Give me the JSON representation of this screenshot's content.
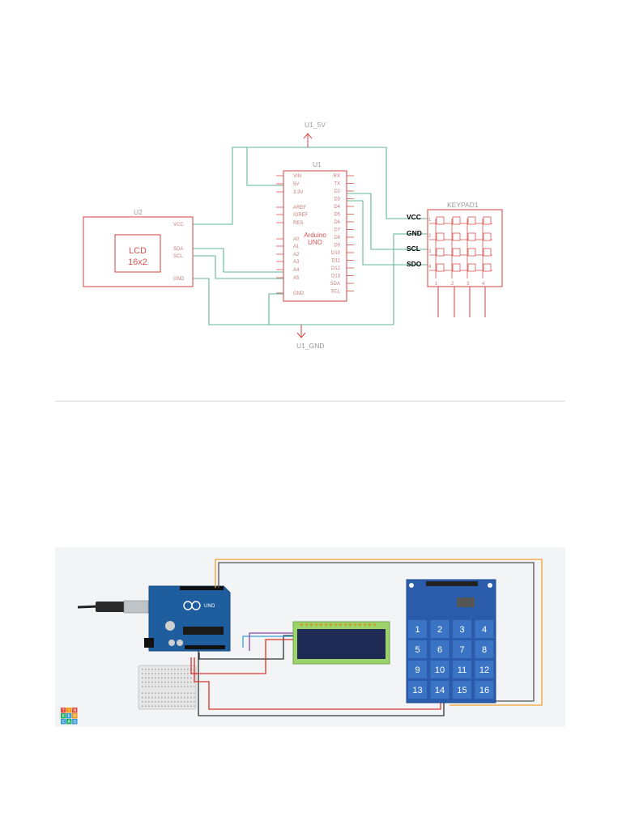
{
  "schematic": {
    "power_label": "U1_5V",
    "ground_label": "U1_GND",
    "arduino": {
      "ref": "U1",
      "name_line1": "Arduino",
      "name_line2": "UNO",
      "left_pins": [
        "VIN",
        "5V",
        "3.3V",
        "AREF",
        "IOREF",
        "RES",
        "A0",
        "A1",
        "A2",
        "A3",
        "A4",
        "A5",
        "GND"
      ],
      "right_pins": [
        "RX",
        "TX",
        "D2",
        "D3",
        "D4",
        "D5",
        "D6",
        "D7",
        "D8",
        "D9",
        "D10",
        "D11",
        "D12",
        "D13",
        "SDA",
        "SCL"
      ]
    },
    "lcd": {
      "ref": "U2",
      "line1": "LCD",
      "line2": "16x2",
      "pins": [
        "VCC",
        "SDA",
        "SCL",
        "GND"
      ]
    },
    "keypad": {
      "ref": "KEYPAD1",
      "labels": [
        "VCC",
        "GND",
        "SCL",
        "SDO"
      ],
      "row_numbers": [
        "1",
        "2",
        "3",
        "4"
      ],
      "col_numbers": [
        "1",
        "2",
        "3",
        "4"
      ]
    }
  },
  "breadboard": {
    "uno_label": "UNO",
    "keypad_keys": [
      "1",
      "2",
      "3",
      "4",
      "5",
      "6",
      "7",
      "8",
      "9",
      "10",
      "11",
      "12",
      "13",
      "14",
      "15",
      "16"
    ],
    "logo_letters": [
      "T",
      "I",
      "N",
      "K",
      "E",
      "R",
      "C",
      "A",
      "D"
    ]
  },
  "colors": {
    "wire_schematic": "#63b79a",
    "component_outline": "#d9534f",
    "board_blue": "#1e5d9e",
    "keypad_blue": "#2a5cab",
    "lcd_green": "#9bd36a",
    "wire_orange": "#f0a032",
    "wire_red": "#d9342b",
    "wire_black": "#333333"
  }
}
